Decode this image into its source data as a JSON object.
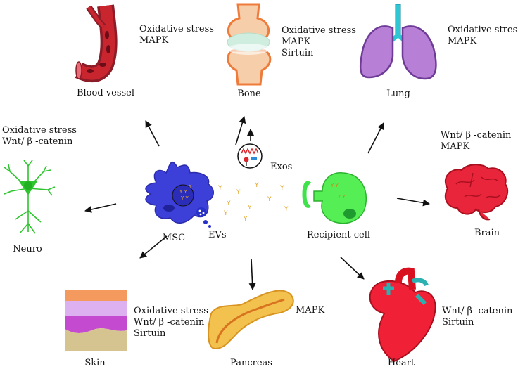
{
  "labels": {
    "blood_vessel": "Blood vessel",
    "bone": "Bone",
    "lung": "Lung",
    "brain": "Brain",
    "heart": "Heart",
    "pancreas": "Pancreas",
    "skin": "Skin",
    "neuro": "Neuro",
    "msc": "MSC",
    "evs": "EVs",
    "exos": "Exos",
    "recipient_cell": "Recipient cell"
  },
  "pathways": {
    "blood_vessel": [
      "Oxidative stress",
      "MAPK"
    ],
    "bone": [
      "Oxidative stress",
      "MAPK",
      "Sirtuin"
    ],
    "lung": [
      "Oxidative stress",
      "MAPK"
    ],
    "brain": [
      "Wnt/ β -catenin",
      "MAPK"
    ],
    "neuro": [
      "Oxidative stress",
      "Wnt/ β -catenin"
    ],
    "skin": [
      "Oxidative stress",
      "Wnt/ β -catenin",
      "Sirtuin"
    ],
    "pancreas": [
      "MAPK"
    ],
    "heart": [
      "Wnt/ β -catenin",
      "Sirtuin"
    ]
  }
}
